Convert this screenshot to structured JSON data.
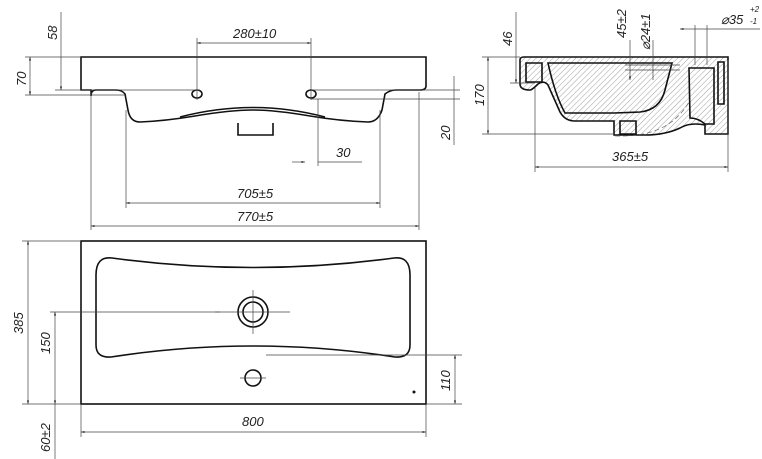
{
  "front_view": {
    "dims": {
      "d58": "58",
      "d70": "70",
      "d280": "280±10",
      "d20": "20",
      "d30": "30",
      "d705": "705±5",
      "d770": "770±5"
    }
  },
  "side_view": {
    "dims": {
      "d46": "46",
      "d170": "170",
      "d45": "45±2",
      "d24": "⌀24±1",
      "d35": "⌀35",
      "d35_upper": "+2",
      "d35_lower": "-1",
      "d365": "365±5"
    }
  },
  "plan_view": {
    "dims": {
      "d385": "385",
      "d150": "150",
      "d110": "110",
      "d800": "800",
      "d60": "60±2"
    }
  }
}
